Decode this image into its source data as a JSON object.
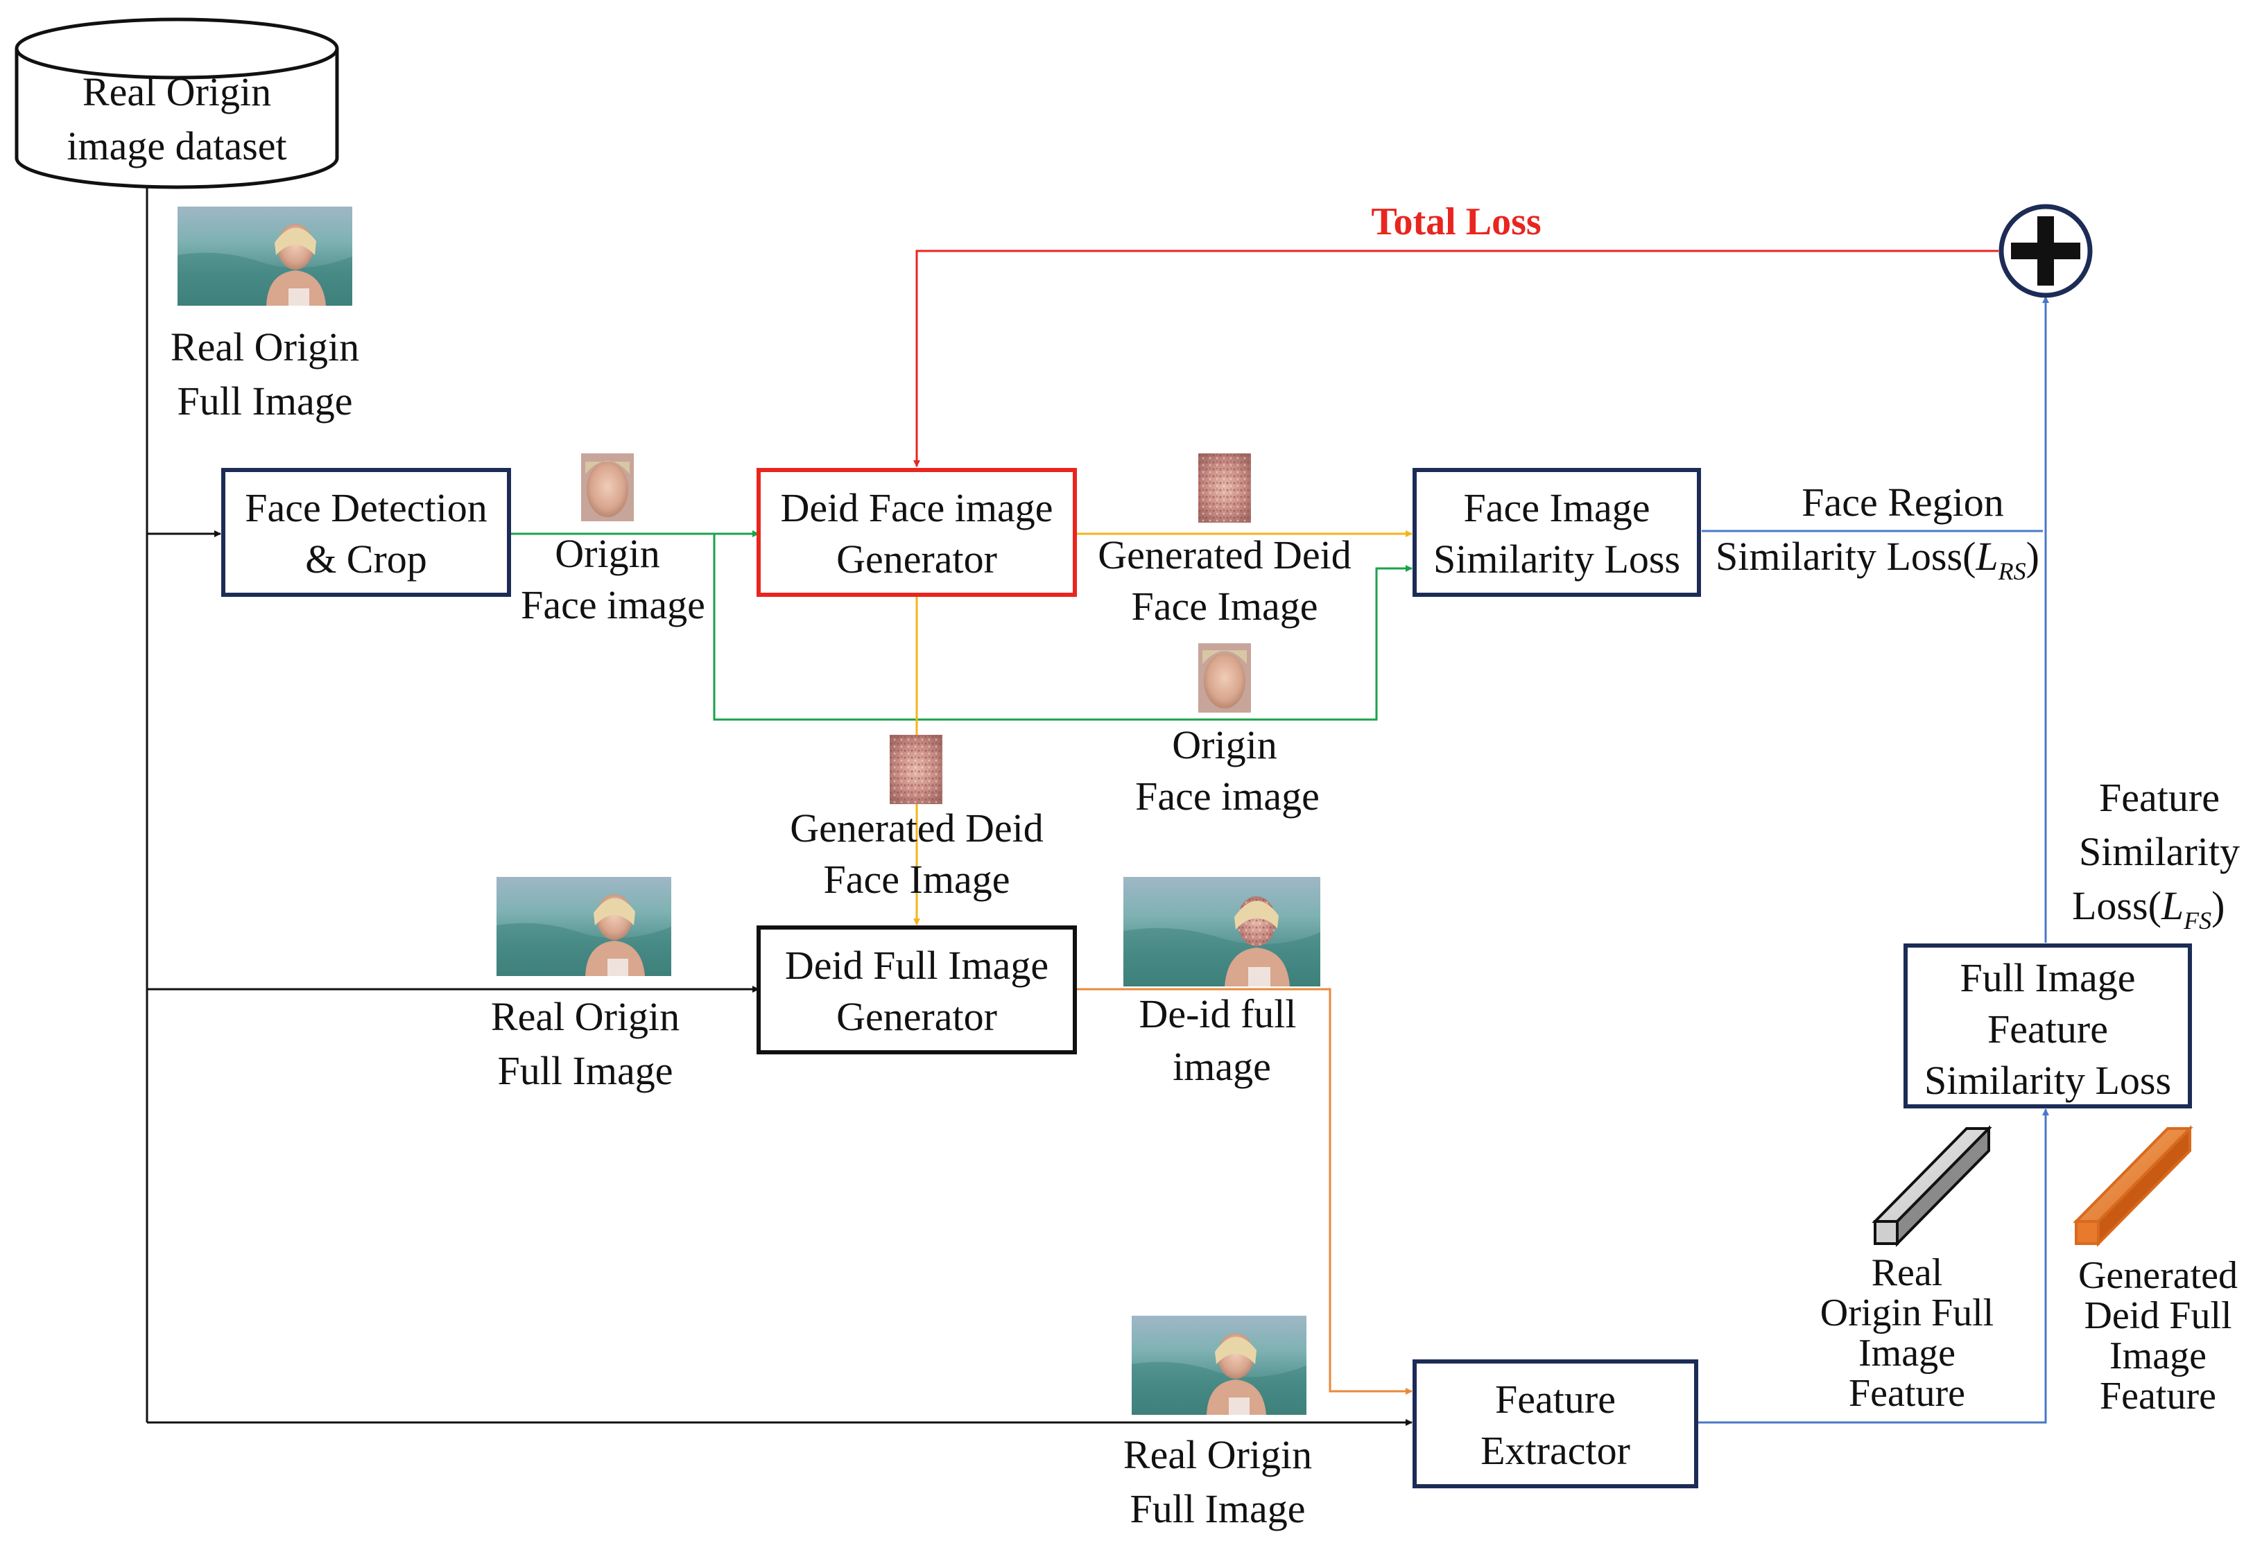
{
  "colors": {
    "navy": "#1c2c57",
    "red": "#e8251f",
    "green": "#1aa34a",
    "yellow": "#f3b51a",
    "orange": "#e88a3c",
    "blue": "#4a78c8",
    "black": "#111111"
  },
  "dataset": {
    "line1": "Real Origin",
    "line2": "image dataset"
  },
  "total_loss": {
    "label": "Total Loss"
  },
  "sum_node": {
    "icon": "plus-circle-icon"
  },
  "boxes": {
    "face_detection": {
      "line1": "Face Detection",
      "line2": "& Crop"
    },
    "deid_face_generator": {
      "line1": "Deid Face image",
      "line2": "Generator"
    },
    "face_similarity": {
      "line1": "Face Image",
      "line2": "Similarity Loss"
    },
    "deid_full_generator": {
      "line1": "Deid Full Image",
      "line2": "Generator"
    },
    "full_feature_loss": {
      "line1": "Full Image",
      "line2": "Feature",
      "line3": "Similarity Loss"
    },
    "feature_extractor": {
      "line1": "Feature",
      "line2": "Extractor"
    }
  },
  "captions": {
    "real_full_top": {
      "line1": "Real Origin",
      "line2": "Full Image"
    },
    "origin_face_1": {
      "line1": "Origin",
      "line2": "Face image"
    },
    "generated_deid_1": {
      "line1": "Generated Deid",
      "line2": "Face Image"
    },
    "origin_face_2": {
      "line1": "Origin",
      "line2": "Face image"
    },
    "generated_deid_2": {
      "line1": "Generated Deid",
      "line2": "Face Image"
    },
    "real_full_mid": {
      "line1": "Real Origin",
      "line2": "Full Image"
    },
    "deid_full": {
      "line1": "De-id full",
      "line2": "image"
    },
    "real_full_bottom": {
      "line1": "Real Origin",
      "line2": "Full Image"
    },
    "face_region_loss": {
      "line1": "Face Region",
      "line2": "Similarity Loss(",
      "sym": "L",
      "sub": "RS",
      "close": ")"
    },
    "feature_loss": {
      "line1": "Feature",
      "line2": "Similarity",
      "line3": "Loss(",
      "sym": "L",
      "sub": "FS",
      "close": ")"
    },
    "real_feature": {
      "line1": "Real",
      "line2": "Origin Full",
      "line3": "Image",
      "line4": "Feature"
    },
    "generated_feature": {
      "line1": "Generated",
      "line2": "Deid Full",
      "line3": "Image",
      "line4": "Feature"
    }
  }
}
